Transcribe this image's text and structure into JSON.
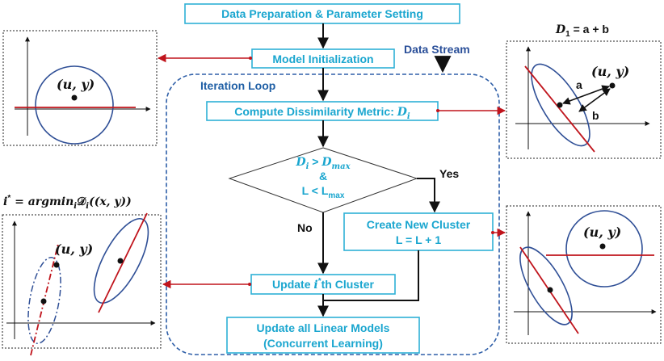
{
  "flow": {
    "data_prep": "Data Preparation & Parameter Setting",
    "model_init": "Model Initialization",
    "data_stream": "Data Stream",
    "iteration_loop": "Iteration Loop",
    "compute_prefix": "Compute Dissimilarity Metric: ",
    "compute_var": "D",
    "compute_sub": "i",
    "cond_line1_var": "D",
    "cond_line1_sub": "i",
    "cond_line1_op": " > ",
    "cond_line1_var2": "D",
    "cond_line1_sub2": "max",
    "cond_amp": "&",
    "cond_line3_var": "L < L",
    "cond_line3_sub": "max",
    "yes": "Yes",
    "no": "No",
    "new_cluster_line1": "Create New Cluster",
    "new_cluster_line2": "L = L + 1",
    "update_prefix": "Update ",
    "update_var": "i",
    "update_sup": "*",
    "update_suffix": "th Cluster",
    "update_all_line1": "Update all Linear Models",
    "update_all_line2": "(Concurrent Learning)"
  },
  "panels": {
    "point_label": "(u, y)",
    "d1_formula_var": "D",
    "d1_formula_sub": "1",
    "d1_formula_rest": " = a + b",
    "label_a": "a",
    "label_b": "b",
    "istar_var": "i",
    "istar_sup": "*",
    "istar_rest": " = argmin",
    "istar_sub": "i",
    "istar_tail": "𝒟",
    "istar_sub2": "i",
    "istar_arg": "((x, y))"
  },
  "colors": {
    "accent": "#1aa6cf",
    "box_border": "#2eb0d6",
    "red_line": "#c0141c",
    "ellipse": "#2f4f96",
    "loop_border": "#2f5fa8"
  }
}
